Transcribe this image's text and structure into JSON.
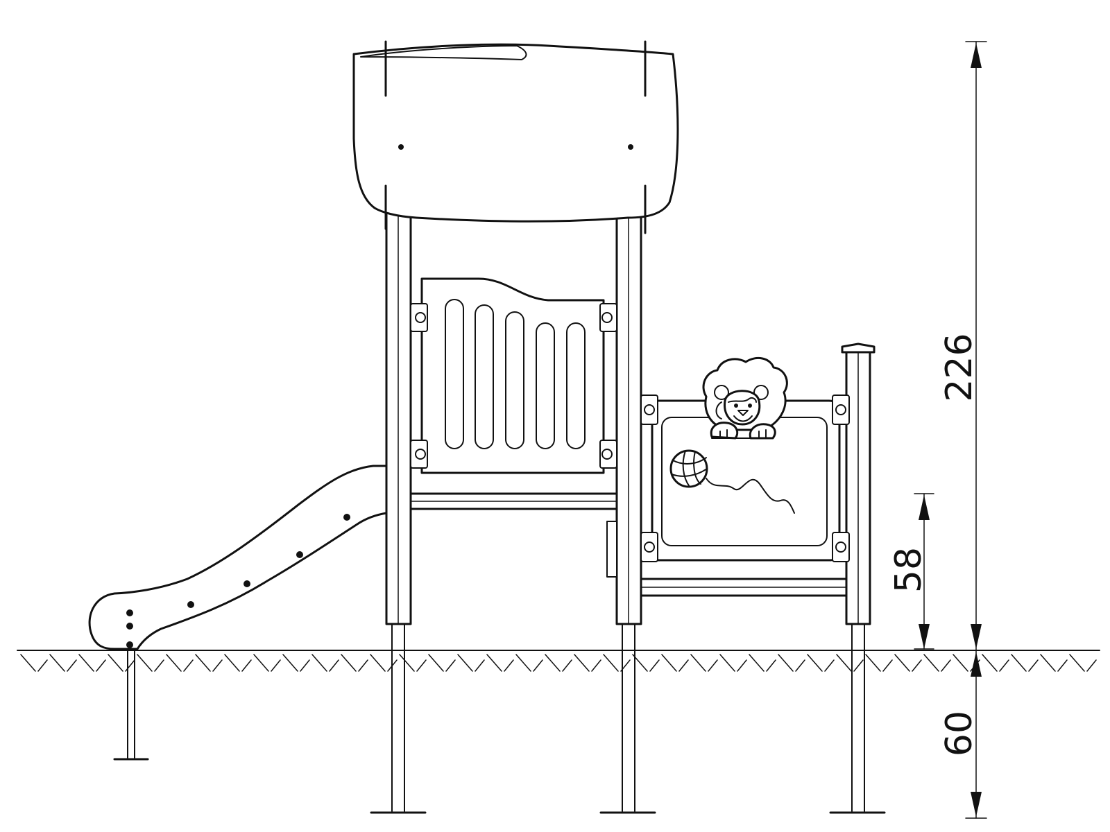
{
  "dimensions": {
    "total_height": "226",
    "platform_height": "58",
    "foundation_depth": "60"
  }
}
